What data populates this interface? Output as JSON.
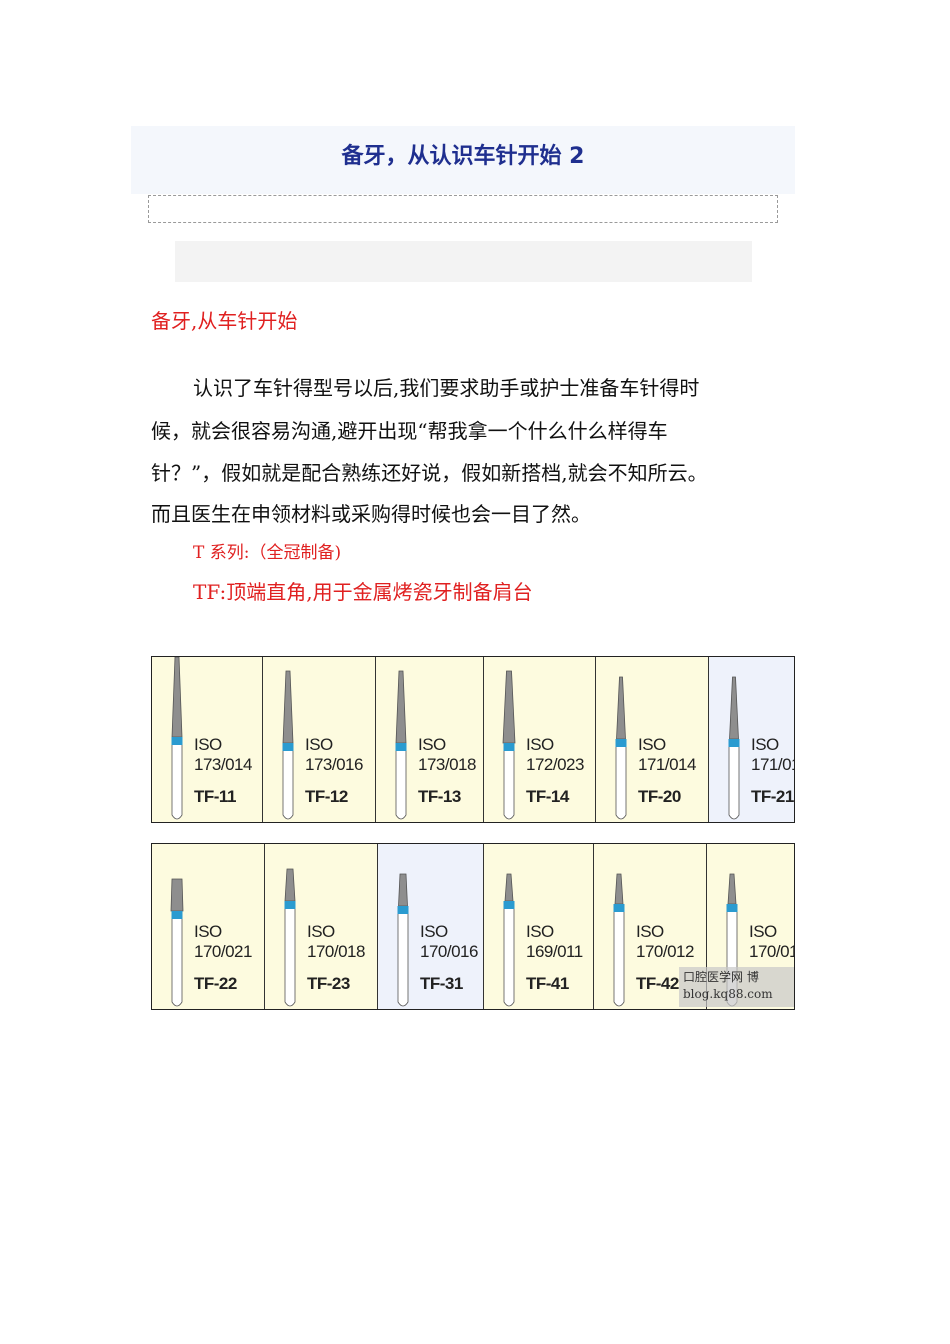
{
  "header": {
    "title": "备牙，从认识车针开始 2"
  },
  "article": {
    "heading": "备牙,从车针开始",
    "paragraph_lines": [
      "认识了车针得型号以后,我们要求助手或护士准备车针得时",
      "候，就会很容易沟通,避开出现“帮我拿一个什么什么样得车",
      "针？”，假如就是配合熟练还好说，假如新搭档,就会不知所云。",
      "而且医生在申领材料或采购得时候也会一目了然。"
    ],
    "series_label": "T 系列:（全冠制备)",
    "tf_label": "TF:顶端直角,用于金属烤瓷牙制备肩台"
  },
  "burs": {
    "row1": [
      {
        "iso": "ISO",
        "number": "173/014",
        "code": "TF-11"
      },
      {
        "iso": "ISO",
        "number": "173/016",
        "code": "TF-12"
      },
      {
        "iso": "ISO",
        "number": "173/018",
        "code": "TF-13"
      },
      {
        "iso": "ISO",
        "number": "172/023",
        "code": "TF-14"
      },
      {
        "iso": "ISO",
        "number": "171/014",
        "code": "TF-20"
      },
      {
        "iso": "ISO",
        "number": "171/01",
        "code": "TF-21"
      }
    ],
    "row2": [
      {
        "iso": "ISO",
        "number": "170/021",
        "code": "TF-22"
      },
      {
        "iso": "ISO",
        "number": "170/018",
        "code": "TF-23"
      },
      {
        "iso": "ISO",
        "number": "170/016",
        "code": "TF-31"
      },
      {
        "iso": "ISO",
        "number": "169/011",
        "code": "TF-41"
      },
      {
        "iso": "ISO",
        "number": "170/012",
        "code": "TF-42"
      },
      {
        "iso": "ISO",
        "number": "170/01",
        "code": ""
      }
    ],
    "watermark": [
      "口腔医学网 博",
      "blog.kq88.com"
    ]
  },
  "colors": {
    "title": "#1f2f8f",
    "red": "#e02020",
    "cell_bg": "#fdfbdf",
    "cell_bg_alt": "#eef2fb",
    "band": "#2a9bd0"
  }
}
